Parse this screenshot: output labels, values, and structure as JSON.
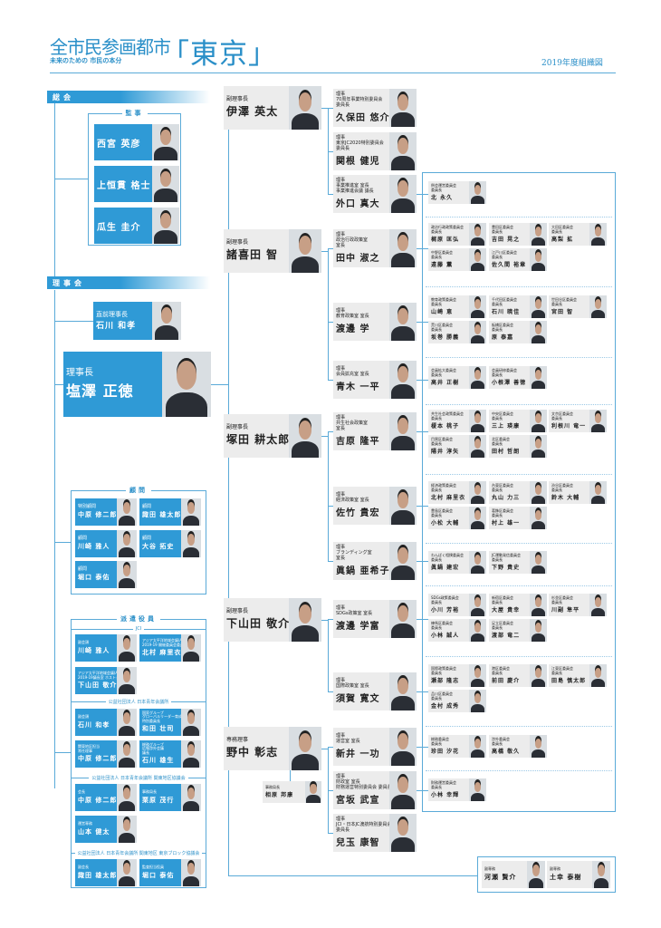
{
  "header": {
    "title_main": "全市民参画都市",
    "title_bracket": "「東京」",
    "subtitle": "未来のための 市民の本分",
    "year_label": "2019年度組織図"
  },
  "colors": {
    "accent": "#2f9ad6",
    "line": "#5aaad8",
    "card_grey": "#ececec"
  },
  "left": {
    "general_assembly": "総会",
    "board": "理事会",
    "auditors": {
      "title": "監事",
      "members": [
        {
          "role": "",
          "name": "西宮 英彦"
        },
        {
          "role": "",
          "name": "上恒貫 格士"
        },
        {
          "role": "",
          "name": "瓜生 圭介"
        }
      ]
    },
    "immediate_past": {
      "role": "直前理事長",
      "name": "石川 和孝"
    },
    "president": {
      "role": "理事長",
      "name": "塩澤 正徳"
    },
    "advisors": {
      "title": "顧問",
      "members": [
        {
          "lines": [
            "特別顧問"
          ],
          "name": "中原 修二郎"
        },
        {
          "lines": [
            "顧問"
          ],
          "name": "諏田 雄太郎"
        },
        {
          "lines": [
            "顧問"
          ],
          "name": "川崎 雅人"
        },
        {
          "lines": [
            "顧問"
          ],
          "name": "大谷 拓史"
        },
        {
          "lines": [
            "顧問"
          ],
          "name": "堀口 泰佑"
        }
      ]
    },
    "dispatched": {
      "title": "派遣役員",
      "groups": [
        {
          "title": "JCI",
          "members": [
            {
              "lines": [
                "副会頭"
              ],
              "name": "川崎 雅人"
            },
            {
              "lines": [
                "アジア太平洋地域会議(ASPAC)",
                "2019-19 開催委員会委員"
              ],
              "name": "北村 麻里衣"
            },
            {
              "lines": [
                "アジア太平洋地域会議(ASPAC)",
                "2019-19議長室 ホストシティ"
              ],
              "name": "下山田 敬介"
            }
          ]
        },
        {
          "title": "公益社団法人 日本青年会議所",
          "members": [
            {
              "lines": [
                "副会頭"
              ],
              "name": "石川 和孝"
            },
            {
              "lines": [
                "国家グループ",
                "グローバルリーダー育成会議",
                "特別委員長"
              ],
              "name": "和田 壮司"
            },
            {
              "lines": [
                "関東地区担当",
                "常任理事"
              ],
              "name": "中原 修二郎"
            },
            {
              "lines": [
                "総務グループ",
                "広報渉外会議",
                "議長"
              ],
              "name": "石川 雄生"
            }
          ]
        },
        {
          "title": "公益社団法人 日本青年会議所 関東地区協議会",
          "members": [
            {
              "lines": [
                "会長"
              ],
              "name": "中原 修二郎"
            },
            {
              "lines": [
                "事務局長"
              ],
              "name": "栗原 茂行"
            },
            {
              "lines": [
                "運営専務"
              ],
              "name": "山本 健太"
            }
          ]
        },
        {
          "title": "公益社団法人 日本青年会議所 関東地区 東京ブロック協議会",
          "members": [
            {
              "lines": [
                "副会長"
              ],
              "name": "諏田 雄太郎"
            },
            {
              "lines": [
                "監査担当役員"
              ],
              "name": "堀口 泰佑"
            }
          ]
        }
      ]
    }
  },
  "vice_presidents": [
    {
      "role": "副理事長",
      "name": "伊澤 英太"
    },
    {
      "role": "副理事長",
      "name": "諸喜田 智"
    },
    {
      "role": "副理事長",
      "name": "塚田 耕太郎"
    },
    {
      "role": "副理事長",
      "name": "下山田 敬介"
    },
    {
      "role": "専務理事",
      "name": "野中 彰志"
    }
  ],
  "secretariat": {
    "lines": [
      "事務局長"
    ],
    "name": "相原 邦康"
  },
  "directors": [
    {
      "lines": [
        "理事",
        "70周年事業特別委員会",
        "委員長"
      ],
      "name": "久保田 悠介",
      "committees": []
    },
    {
      "lines": [
        "理事",
        "東京JC2020特別委員会",
        "委員長"
      ],
      "name": "関根 健児",
      "committees": []
    },
    {
      "lines": [
        "理事",
        "事業推進室 室長",
        "事業推進会議 議長"
      ],
      "name": "外口 真大",
      "committees": [
        {
          "lines": [
            "例会運営委員会",
            "委員長"
          ],
          "name": "北 永久"
        }
      ]
    },
    {
      "lines": [
        "理事",
        "政治行政政策室",
        "室長"
      ],
      "name": "田中 淑之",
      "committees": [
        {
          "lines": [
            "政治行政政策委員会",
            "委員長"
          ],
          "name": "梶原 匡弘"
        },
        {
          "lines": [
            "豊田区委員会",
            "委員長"
          ],
          "name": "吉田 晃之"
        },
        {
          "lines": [
            "大田区委員会",
            "委員長"
          ],
          "name": "高梨 拡"
        },
        {
          "lines": [
            "中野区委員会",
            "委員長"
          ],
          "name": "遠藤 薫"
        },
        {
          "lines": [
            "江戸川区委員会",
            "委員長"
          ],
          "name": "佐久間 裕章"
        }
      ]
    },
    {
      "lines": [
        "理事",
        "教育政策室 室長"
      ],
      "name": "渡邊 学",
      "committees": [
        {
          "lines": [
            "教育政策委員会",
            "委員長"
          ],
          "name": "山崎 恵"
        },
        {
          "lines": [
            "千代田区委員会",
            "委員長"
          ],
          "name": "石川 暁佳"
        },
        {
          "lines": [
            "世田谷区委員会",
            "委員長"
          ],
          "name": "宮田 智"
        },
        {
          "lines": [
            "荒川区委員会",
            "委員長"
          ],
          "name": "坂巻 勝義"
        },
        {
          "lines": [
            "板橋区委員会",
            "委員長"
          ],
          "name": "原 泰嘉"
        }
      ]
    },
    {
      "lines": [
        "理事",
        "会員拡充室 室長"
      ],
      "name": "青木 一平",
      "committees": [
        {
          "lines": [
            "会員拡大委員会",
            "委員長"
          ],
          "name": "高井 正樹"
        },
        {
          "lines": [
            "会員研修委員会",
            "委員長"
          ],
          "name": "小根澤 善徳"
        }
      ]
    },
    {
      "lines": [
        "理事",
        "共生社会政策室",
        "室長"
      ],
      "name": "吉原 隆平",
      "committees": [
        {
          "lines": [
            "共生社会政策委員会",
            "委員長"
          ],
          "name": "榎本 桃子"
        },
        {
          "lines": [
            "中央区委員会",
            "委員長"
          ],
          "name": "三上 瑛康"
        },
        {
          "lines": [
            "文京区委員会",
            "委員長"
          ],
          "name": "利根川 竜一"
        },
        {
          "lines": [
            "目黒区委員会",
            "委員長"
          ],
          "name": "陽井 淳矢"
        },
        {
          "lines": [
            "北区委員会",
            "委員長"
          ],
          "name": "田村 哲朗"
        }
      ]
    },
    {
      "lines": [
        "理事",
        "経済政策室 室長"
      ],
      "name": "佐竹 貴宏",
      "committees": [
        {
          "lines": [
            "経済政策委員会",
            "委員長"
          ],
          "name": "北村 麻里衣"
        },
        {
          "lines": [
            "台東区委員会",
            "委員長"
          ],
          "name": "丸山 力三"
        },
        {
          "lines": [
            "渋谷区委員会",
            "委員長"
          ],
          "name": "鈴木 大輔"
        },
        {
          "lines": [
            "豊島区委員会",
            "委員長"
          ],
          "name": "小松 大輔"
        },
        {
          "lines": [
            "葛飾区委員会",
            "委員長"
          ],
          "name": "村上 雄一"
        }
      ]
    },
    {
      "lines": [
        "理事",
        "ブランディング室",
        "室長"
      ],
      "name": "眞鍋 亜希子",
      "committees": [
        {
          "lines": [
            "わんぱく相撲委員会",
            "委員長"
          ],
          "name": "眞鍋 建宏"
        },
        {
          "lines": [
            "JC運動発信委員会",
            "委員長"
          ],
          "name": "下野 貴史"
        }
      ]
    },
    {
      "lines": [
        "理事",
        "SDGs政策室 室長"
      ],
      "name": "渡邊 学富",
      "committees": [
        {
          "lines": [
            "SDGs政策委員会",
            "委員長"
          ],
          "name": "小川 芳裕"
        },
        {
          "lines": [
            "新宿区委員会",
            "委員長"
          ],
          "name": "大屋 貴幸"
        },
        {
          "lines": [
            "杉並区委員会",
            "委員長"
          ],
          "name": "川副 隼平"
        },
        {
          "lines": [
            "練馬区委員会",
            "委員長"
          ],
          "name": "小林 誠人"
        },
        {
          "lines": [
            "足立区委員会",
            "委員長"
          ],
          "name": "渡部 竜二"
        }
      ]
    },
    {
      "lines": [
        "理事",
        "国際政策室 室長"
      ],
      "name": "須賀 寛文",
      "committees": [
        {
          "lines": [
            "国際政策委員会",
            "委員長"
          ],
          "name": "瀬部 隆志"
        },
        {
          "lines": [
            "港区委員会",
            "委員長"
          ],
          "name": "前田 慶介"
        },
        {
          "lines": [
            "江東区委員会",
            "委員長"
          ],
          "name": "田島 慎太郎"
        },
        {
          "lines": [
            "品川区委員会",
            "委員長"
          ],
          "name": "金村 成秀"
        }
      ]
    },
    {
      "lines": [
        "理事",
        "運営室 室長"
      ],
      "name": "新井 一功",
      "committees": [
        {
          "lines": [
            "総務委員会",
            "委員長"
          ],
          "name": "珍田 汐花"
        },
        {
          "lines": [
            "渉外委員会",
            "委員長"
          ],
          "name": "高橋 敬久"
        }
      ]
    },
    {
      "lines": [
        "理事",
        "財政室 室長",
        "財務運営特別委員会 委員長"
      ],
      "name": "宮坂 武宣",
      "committees": [
        {
          "lines": [
            "財務運営委員会",
            "委員長"
          ],
          "name": "小林 幸輝"
        }
      ]
    },
    {
      "lines": [
        "理事",
        "JCI・日本JC渡航特別委員会",
        "委員長"
      ],
      "name": "兒玉 康智",
      "committees": []
    }
  ],
  "vice_secretaries": [
    {
      "lines": [
        "副専務"
      ],
      "name": "河瀬 賢介"
    },
    {
      "lines": [
        "副専務"
      ],
      "name": "土幸 泰樹"
    }
  ]
}
